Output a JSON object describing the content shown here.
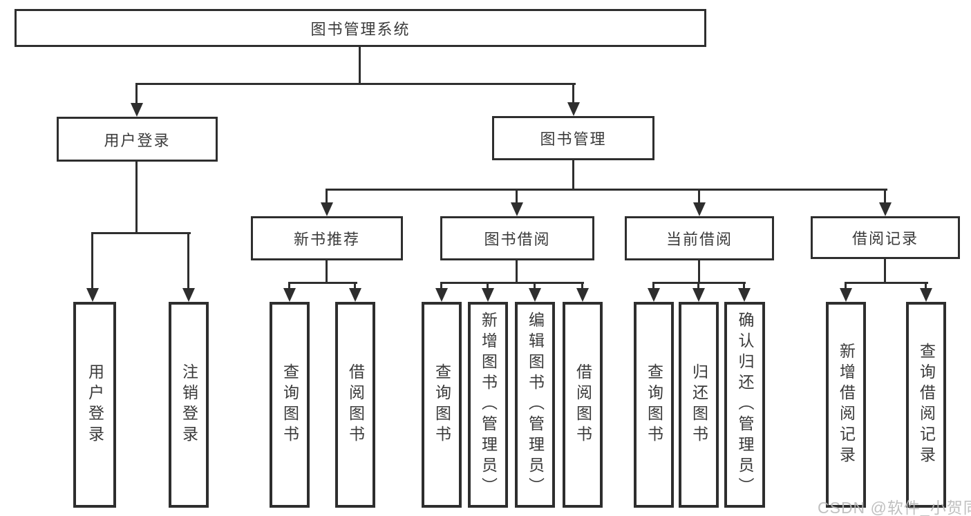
{
  "diagram": {
    "title": "图书管理系统",
    "colors": {
      "background": "#ffffff",
      "line": "#2e2e2e",
      "text": "#3a3a3a",
      "watermark": "#b9b9b9"
    },
    "nodes": {
      "root": {
        "label": "图书管理系统"
      },
      "user_login": {
        "label": "用户登录"
      },
      "book_management": {
        "label": "图书管理"
      },
      "new_book_recommend": {
        "label": "新书推荐"
      },
      "book_borrow": {
        "label": "图书借阅"
      },
      "current_borrow": {
        "label": "当前借阅"
      },
      "borrow_records": {
        "label": "借阅记录"
      },
      "leaf_user_login": {
        "label": "用户登录"
      },
      "leaf_logout": {
        "label": "注销登录"
      },
      "leaf_query_book_1": {
        "label": "查询图书"
      },
      "leaf_borrow_book_1": {
        "label": "借阅图书"
      },
      "leaf_query_book_2": {
        "label": "查询图书"
      },
      "leaf_add_book_admin": {
        "label": "新增图书（管理员）"
      },
      "leaf_edit_book_admin": {
        "label": "编辑图书（管理员）"
      },
      "leaf_borrow_book_2": {
        "label": "借阅图书"
      },
      "leaf_query_book_3": {
        "label": "查询图书"
      },
      "leaf_return_book": {
        "label": "归还图书"
      },
      "leaf_confirm_return_admin": {
        "label": "确认归还（管理员）"
      },
      "leaf_add_borrow_record": {
        "label": "新增借阅记录"
      },
      "leaf_query_borrow_record": {
        "label": "查询借阅记录"
      }
    },
    "hierarchy": {
      "图书管理系统": [
        "用户登录",
        "图书管理"
      ],
      "用户登录": [
        "用户登录",
        "注销登录"
      ],
      "图书管理": [
        "新书推荐",
        "图书借阅",
        "当前借阅",
        "借阅记录"
      ],
      "新书推荐": [
        "查询图书",
        "借阅图书"
      ],
      "图书借阅": [
        "查询图书",
        "新增图书（管理员）",
        "编辑图书（管理员）",
        "借阅图书"
      ],
      "当前借阅": [
        "查询图书",
        "归还图书",
        "确认归还（管理员）"
      ],
      "借阅记录": [
        "新增借阅记录",
        "查询借阅记录"
      ]
    },
    "watermark": "CSDN @软件_小贺同学"
  }
}
